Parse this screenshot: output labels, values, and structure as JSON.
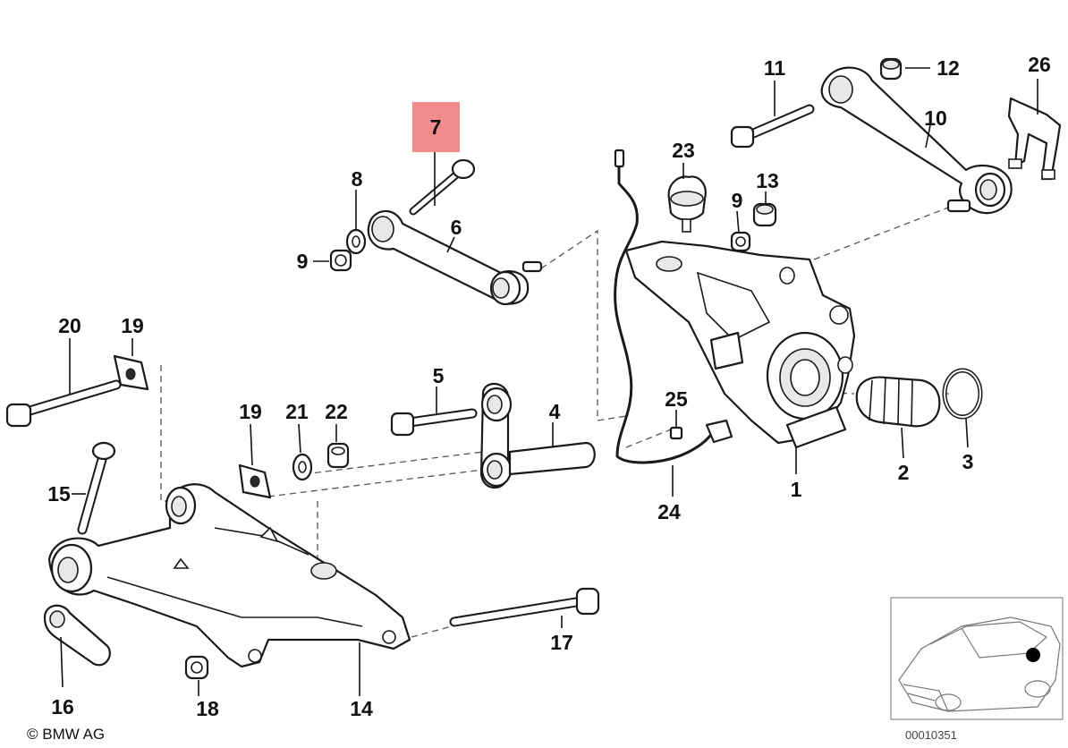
{
  "highlight_color": "#f28b8b",
  "highlighted_part": "7",
  "parts": [
    {
      "number": "1"
    },
    {
      "number": "2"
    },
    {
      "number": "3"
    },
    {
      "number": "4"
    },
    {
      "number": "5"
    },
    {
      "number": "6"
    },
    {
      "number": "7"
    },
    {
      "number": "8"
    },
    {
      "number": "9"
    },
    {
      "number": "9"
    },
    {
      "number": "10"
    },
    {
      "number": "11"
    },
    {
      "number": "12"
    },
    {
      "number": "13"
    },
    {
      "number": "14"
    },
    {
      "number": "15"
    },
    {
      "number": "16"
    },
    {
      "number": "17"
    },
    {
      "number": "18"
    },
    {
      "number": "19"
    },
    {
      "number": "19"
    },
    {
      "number": "20"
    },
    {
      "number": "21"
    },
    {
      "number": "22"
    },
    {
      "number": "23"
    },
    {
      "number": "24"
    },
    {
      "number": "25"
    },
    {
      "number": "26"
    }
  ],
  "copyright": "© BMW AG",
  "reference_number": "00010351",
  "icons": {
    "vehicle_locator": "car-location-icon"
  }
}
